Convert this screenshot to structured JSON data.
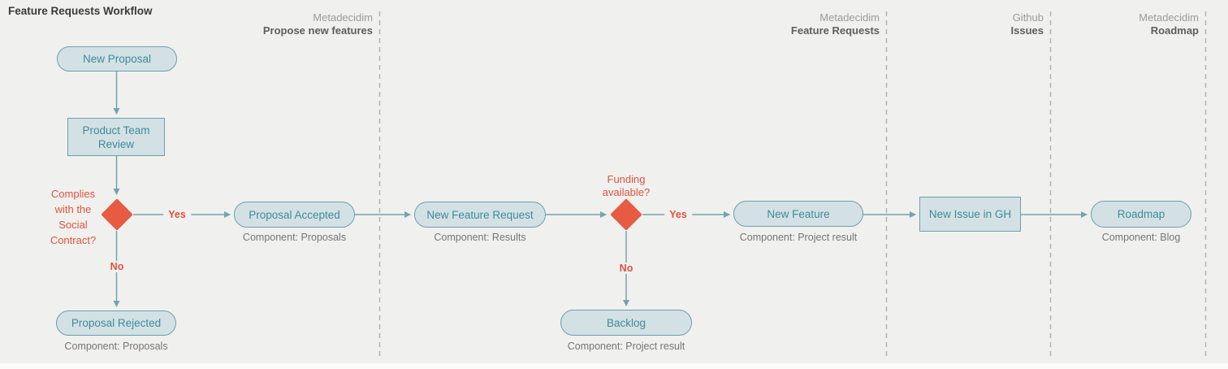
{
  "title": "Feature Requests Workflow",
  "lanes": [
    {
      "platform": "Metadecidim",
      "name": "Propose new features"
    },
    {
      "platform": "Metadecidim",
      "name": "Feature Requests"
    },
    {
      "platform": "Github",
      "name": "Issues"
    },
    {
      "platform": "Metadecidim",
      "name": "Roadmap"
    }
  ],
  "nodes": {
    "new_proposal": {
      "label": "New Proposal",
      "type": "start"
    },
    "product_team_review": {
      "label": "Product Team\nReview",
      "type": "process"
    },
    "complies_decision": {
      "label": "Complies\nwith the\nSocial\nContract?",
      "type": "decision"
    },
    "proposal_accepted": {
      "label": "Proposal Accepted",
      "component": "Component: Proposals"
    },
    "proposal_rejected": {
      "label": "Proposal Rejected",
      "component": "Component: Proposals"
    },
    "new_feature_request": {
      "label": "New Feature Request",
      "component": "Component: Results"
    },
    "funding_decision": {
      "label": "Funding\navailable?",
      "type": "decision"
    },
    "new_feature": {
      "label": "New Feature",
      "component": "Component: Project result"
    },
    "backlog": {
      "label": "Backlog",
      "component": "Component: Project result"
    },
    "new_issue_gh": {
      "label": "New Issue in GH",
      "type": "process"
    },
    "roadmap": {
      "label": "Roadmap",
      "component": "Component: Blog"
    }
  },
  "edge_labels": {
    "complies_yes": "Yes",
    "complies_no": "No",
    "funding_yes": "Yes",
    "funding_no": "No"
  },
  "colors": {
    "background": "#f0f0ee",
    "node_fill": "#d3e1e4",
    "node_border": "#6aa0ac",
    "node_text": "#3f8a9c",
    "connector": "#72a5af",
    "decision_fill": "#e65b41",
    "decision_text": "#e05340",
    "caption_text": "#757575",
    "lane_platform_text": "#9b9b9b",
    "lane_name_text": "#5e5e5e",
    "divider": "#b3b3b3"
  }
}
